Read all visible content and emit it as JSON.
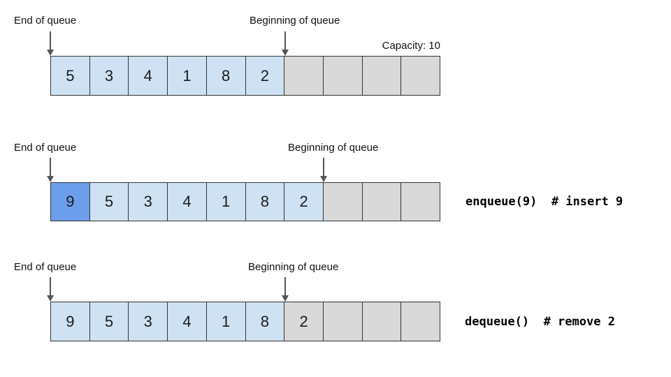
{
  "colors": {
    "cell_filled": "#cfe2f3",
    "cell_new": "#6d9eeb",
    "cell_empty": "#d9d9d9",
    "cell_removed": "#d9d9d9",
    "cell_border": "#333333",
    "arrow": "#555555",
    "text": "#111111"
  },
  "diagrams": [
    {
      "end_label": "End of queue",
      "begin_label": "Beginning of queue",
      "capacity_label": "Capacity: 10",
      "cells": [
        {
          "value": "5",
          "state": "filled"
        },
        {
          "value": "3",
          "state": "filled"
        },
        {
          "value": "4",
          "state": "filled"
        },
        {
          "value": "1",
          "state": "filled"
        },
        {
          "value": "8",
          "state": "filled"
        },
        {
          "value": "2",
          "state": "filled"
        },
        {
          "value": "",
          "state": "empty"
        },
        {
          "value": "",
          "state": "empty"
        },
        {
          "value": "",
          "state": "empty"
        },
        {
          "value": "",
          "state": "empty"
        }
      ]
    },
    {
      "end_label": "End of queue",
      "begin_label": "Beginning of queue",
      "code": "enqueue(9)  # insert 9",
      "cells": [
        {
          "value": "9",
          "state": "new"
        },
        {
          "value": "5",
          "state": "filled"
        },
        {
          "value": "3",
          "state": "filled"
        },
        {
          "value": "4",
          "state": "filled"
        },
        {
          "value": "1",
          "state": "filled"
        },
        {
          "value": "8",
          "state": "filled"
        },
        {
          "value": "2",
          "state": "filled"
        },
        {
          "value": "",
          "state": "empty"
        },
        {
          "value": "",
          "state": "empty"
        },
        {
          "value": "",
          "state": "empty"
        }
      ]
    },
    {
      "end_label": "End of queue",
      "begin_label": "Beginning of queue",
      "code": "dequeue()  # remove 2",
      "cells": [
        {
          "value": "9",
          "state": "filled"
        },
        {
          "value": "5",
          "state": "filled"
        },
        {
          "value": "3",
          "state": "filled"
        },
        {
          "value": "4",
          "state": "filled"
        },
        {
          "value": "1",
          "state": "filled"
        },
        {
          "value": "8",
          "state": "filled"
        },
        {
          "value": "2",
          "state": "removed"
        },
        {
          "value": "",
          "state": "empty"
        },
        {
          "value": "",
          "state": "empty"
        },
        {
          "value": "",
          "state": "empty"
        }
      ]
    }
  ]
}
